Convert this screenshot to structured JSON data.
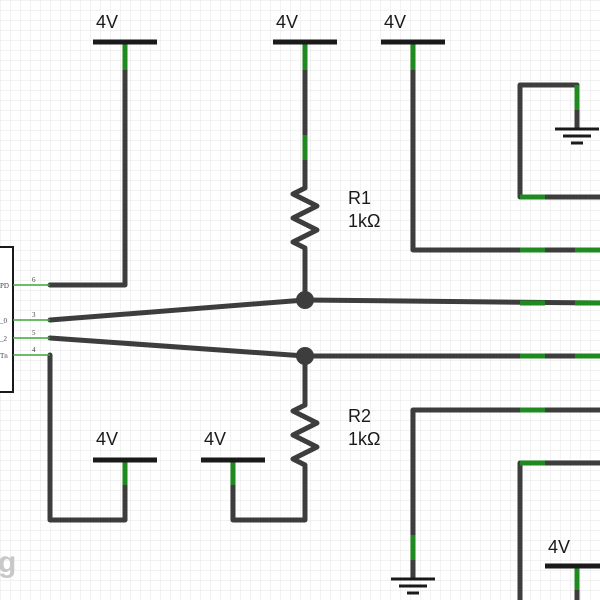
{
  "supply_label": "4V",
  "resistors": [
    {
      "ref": "R1",
      "value": "1kΩ"
    },
    {
      "ref": "R2",
      "value": "1kΩ"
    }
  ],
  "component_pins": [
    {
      "label": "PD",
      "number": "6"
    },
    {
      "label": "_0",
      "number": "3"
    },
    {
      "label": "_2",
      "number": "5"
    },
    {
      "label": "Tn",
      "number": "4"
    }
  ],
  "watermark": "g",
  "colors": {
    "wire": "#3d3d3d",
    "pin_end": "#1f8a1f",
    "component_lead": "#3aa63a",
    "grid": "#e4e4e4"
  }
}
